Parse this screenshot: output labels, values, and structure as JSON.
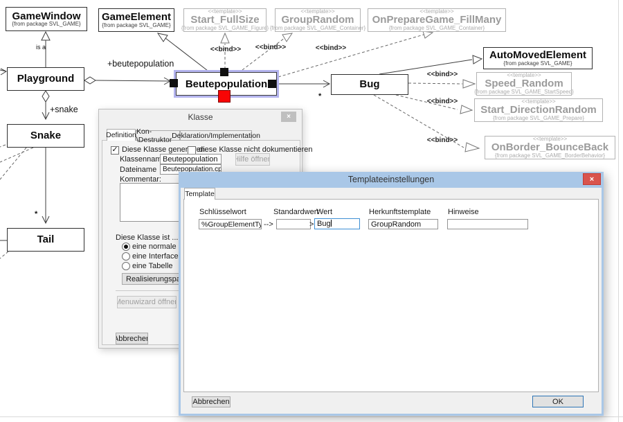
{
  "diagram": {
    "nodes": {
      "game_window": {
        "title": "GameWindow",
        "from": "{from package SVL_GAME}"
      },
      "game_element": {
        "title": "GameElement",
        "from": "{from package SVL_GAME}"
      },
      "start_fullsize": {
        "stereotype": "<<template>>",
        "title": "Start_FullSize",
        "from": "{from package SVL_GAME_Figure}"
      },
      "group_random": {
        "stereotype": "<<template>>",
        "title": "GroupRandom",
        "from": "{from package SVL_GAME_Container}"
      },
      "onpreparegame_fillmany": {
        "stereotype": "<<template>>",
        "title": "OnPrepareGame_FillMany",
        "from": "{from package SVL_GAME_Container}"
      },
      "auto_moved_element": {
        "title": "AutoMovedElement",
        "from": "{from package SVL_GAME}"
      },
      "playground": {
        "title": "Playground"
      },
      "beutepopulation": {
        "title": "Beutepopulation"
      },
      "bug": {
        "title": "Bug"
      },
      "speed_random": {
        "stereotype": "<<template>>",
        "title": "Speed_Random",
        "from": "{from package SVL_GAME_StartSpeed}"
      },
      "start_directionrandom": {
        "stereotype": "<<template>>",
        "title": "Start_DirectionRandom",
        "from": "{from package SVL_GAME_Prepare}"
      },
      "onborder_bounceback": {
        "stereotype": "<<template>>",
        "title": "OnBorder_BounceBack",
        "from": "{from package SVL_GAME_BorderBehavior}"
      },
      "snake": {
        "title": "Snake"
      },
      "tail": {
        "title": "Tail"
      }
    },
    "edge_labels": {
      "is_a": "is a",
      "beutepopulation_role": "+beutepopulation",
      "snake_role": "+snake",
      "bind": "<<bind>>",
      "many": "*"
    }
  },
  "klasse": {
    "title": "Klasse",
    "close": "×",
    "tabs": [
      "Definition",
      "Kon-\\Destruktor",
      "Deklaration/Implementation"
    ],
    "generate_checkbox": "Diese Klasse generieren",
    "check_glyph": "✓",
    "nodoc_checkbox": "diese Klasse nicht dokumentieren",
    "klassenname_label": "Klassenname:",
    "klassenname_value": "Beutepopulation",
    "hilfe_button": "Hilfe öffnen",
    "dateiname_label": "Dateiname",
    "dateiname_value": "Beutepopulation.cpp",
    "kommentar_label": "Kommentar:",
    "ist_label": "Diese Klasse ist ...",
    "radio_normale": "eine normale Klasse",
    "radio_interface": "eine Interfaceklasse",
    "radio_tabelle": "eine Tabelle",
    "realisierung_button": "Realisierungsparameter",
    "menuwizard_button": "Menuwizard öffnen",
    "abbrechen_button": "Abbrechen"
  },
  "template_dialog": {
    "title": "Templateeinstellungen",
    "close": "×",
    "tab": "Template",
    "columns": {
      "schluesselwort": "Schlüsselwort",
      "standardwert": "Standardwert",
      "wert": "Wert",
      "herkunftstemplate": "Herkunftstemplate",
      "hinweise": "Hinweise"
    },
    "row": {
      "schluesselwort": "%GroupElementType%",
      "arrow": "-->",
      "standardwert": "",
      "gt": ">",
      "wert": "Bug",
      "herkunftstemplate": "GroupRandom",
      "hinweise": ""
    },
    "abbrechen_button": "Abbrechen",
    "ok_button": "OK"
  }
}
